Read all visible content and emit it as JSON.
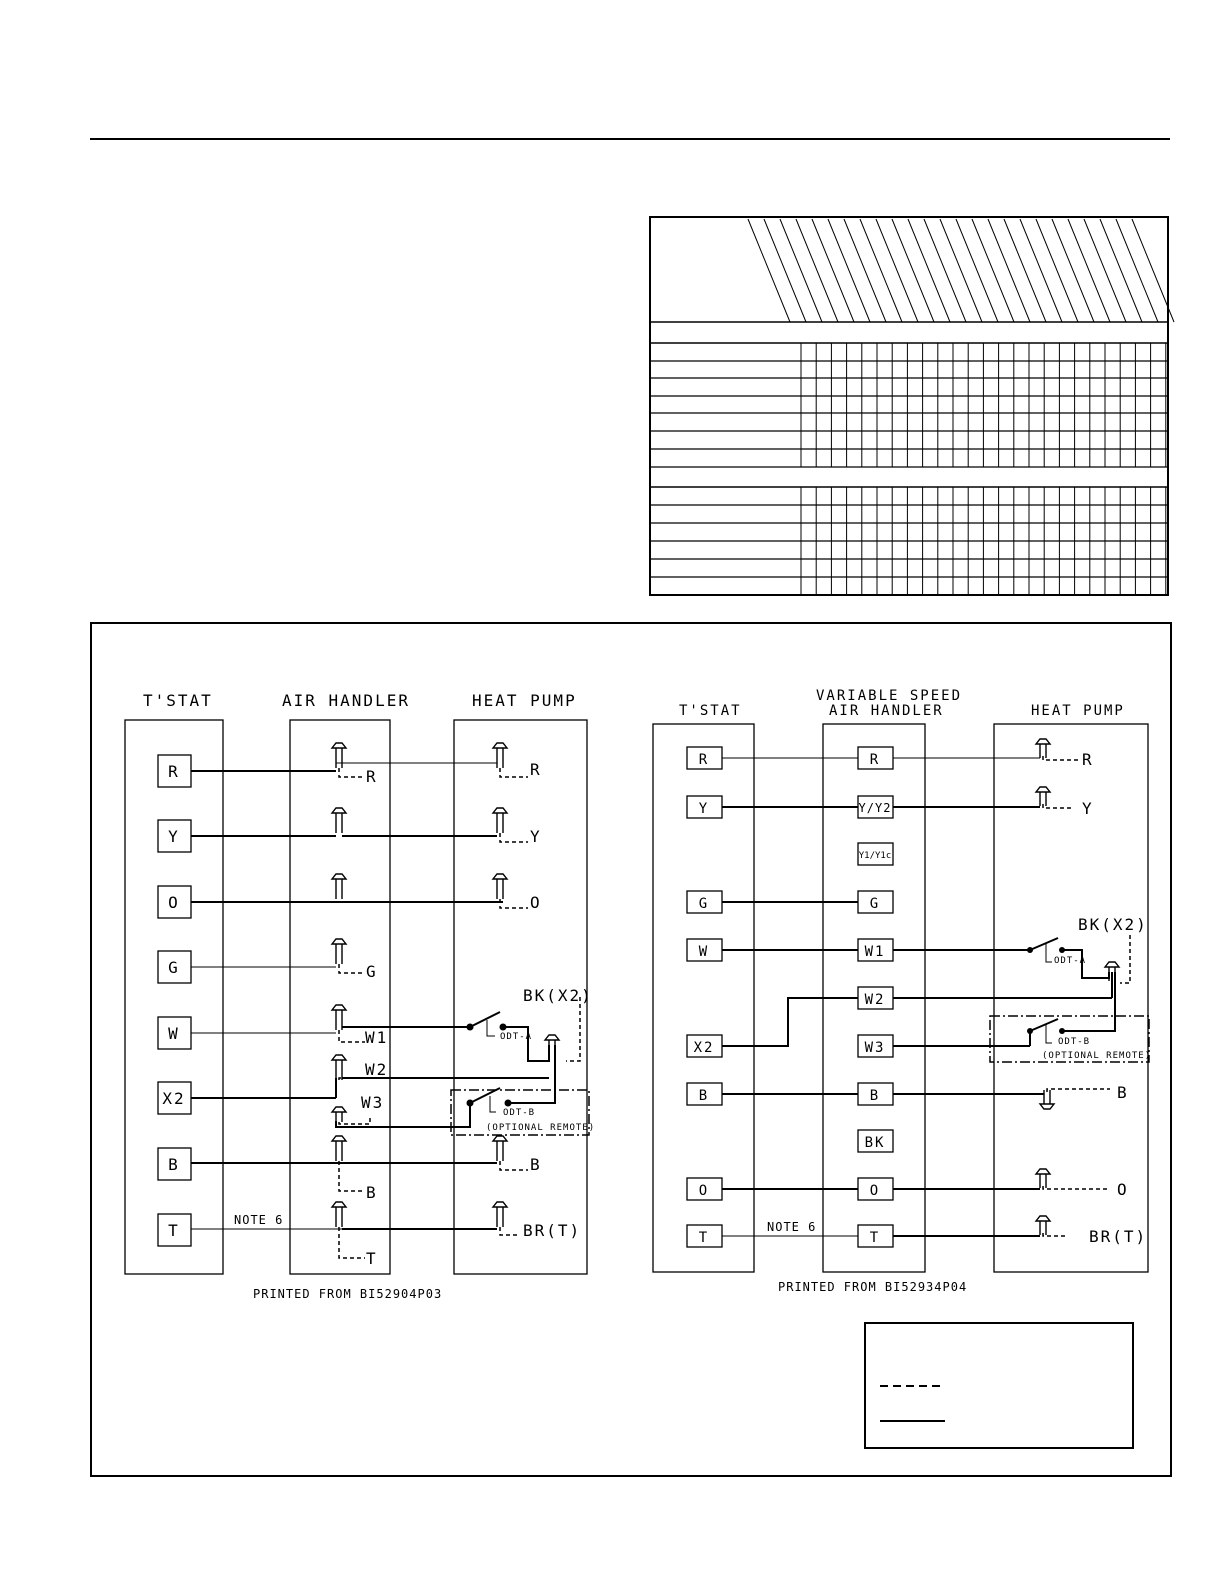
{
  "diagram1": {
    "headers": {
      "tstat": "T'STAT",
      "air_handler": "AIR HANDLER",
      "heat_pump": "HEAT PUMP"
    },
    "tstat_terminals": [
      "R",
      "Y",
      "O",
      "G",
      "W",
      "X2",
      "B",
      "T"
    ],
    "hp_labels": {
      "r": "R",
      "y": "Y",
      "o": "O",
      "bk": "BK(X2)",
      "b": "B",
      "brt": "BR(T)"
    },
    "ah_labels": {
      "r": "R",
      "g": "G",
      "w1": "W1",
      "w2": "W2",
      "w3": "W3",
      "b": "B",
      "t": "T"
    },
    "switch_a": "ODT-A",
    "switch_b": "ODT-B",
    "optional_remote": "(OPTIONAL REMOTE)",
    "note": "NOTE 6",
    "printed_from": "PRINTED FROM BI52904P03"
  },
  "diagram2": {
    "headers": {
      "tstat": "T'STAT",
      "air_handler_line1": "VARIABLE SPEED",
      "air_handler_line2": "AIR HANDLER",
      "heat_pump": "HEAT PUMP"
    },
    "tstat_terminals": [
      "R",
      "Y",
      "G",
      "W",
      "X2",
      "B",
      "O",
      "T"
    ],
    "ah_terminals": [
      "R",
      "Y/Y2",
      "Y1/Y1c",
      "G",
      "W1",
      "W2",
      "W3",
      "B",
      "BK",
      "O",
      "T"
    ],
    "hp_labels": {
      "r": "R",
      "y": "Y",
      "bk": "BK(X2)",
      "b": "B",
      "o": "O",
      "brt": "BR(T)"
    },
    "switch_a": "ODT-A",
    "switch_b": "ODT-B",
    "optional_remote": "(OPTIONAL REMOTE)",
    "note": "NOTE 6",
    "printed_from": "PRINTED FROM BI52934P04"
  }
}
